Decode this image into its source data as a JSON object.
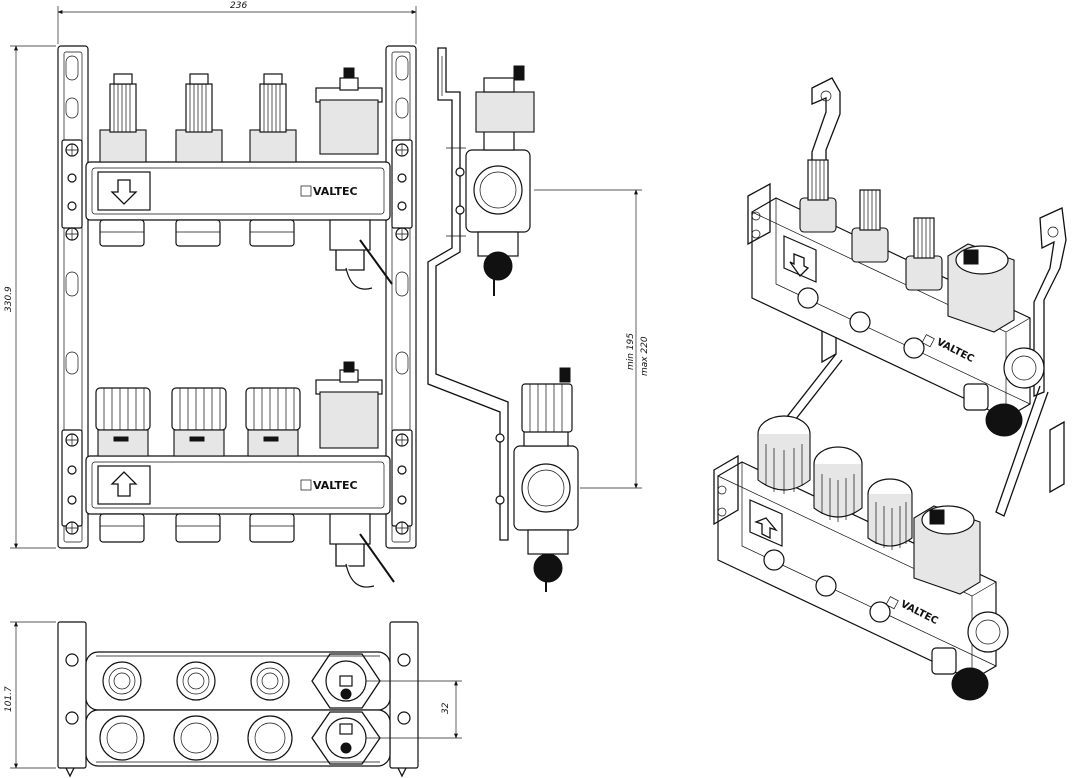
{
  "brand": "VALTEC",
  "dimensions": {
    "width": "236",
    "height": "330.9",
    "depth": "101.7",
    "axis_spacing": "32",
    "center_min": "min 195",
    "center_max": "max 220"
  }
}
